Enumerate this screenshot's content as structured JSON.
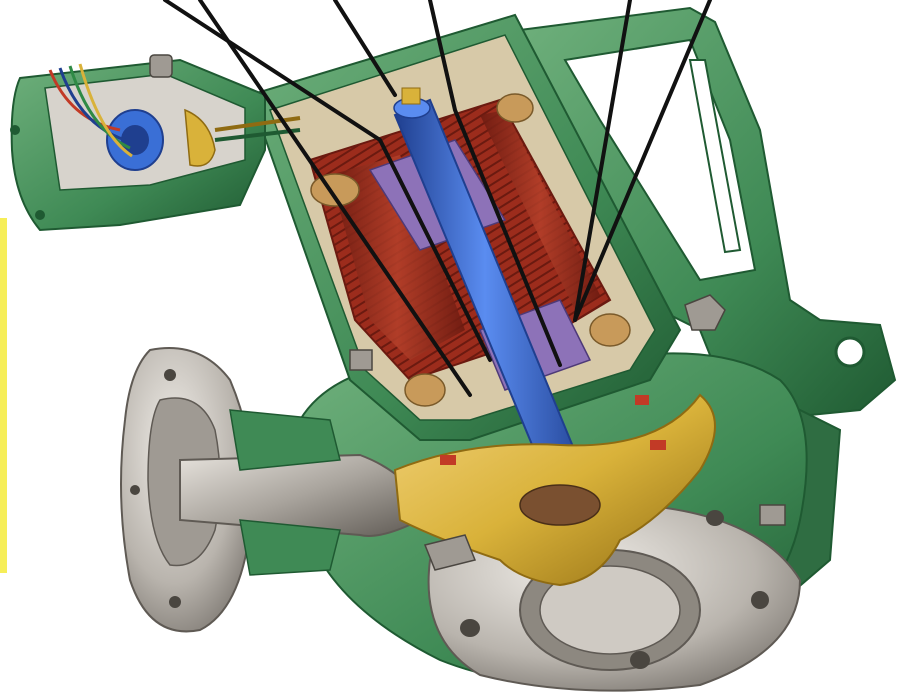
{
  "diagram": {
    "leader_line_count": 6,
    "colors": {
      "background": "#ffffff",
      "housing_green": "#3f8a55",
      "housing_green_dark": "#1f5a32",
      "housing_green_light": "#6fb07c",
      "flange_steel": "#b9b4ad",
      "flange_steel_dark": "#6f6a64",
      "shaft_blue": "#3a6fd6",
      "shaft_blue_dark": "#1f3f8f",
      "stator_red": "#a5301f",
      "stator_red_dark": "#6b1a10",
      "impeller_gold": "#d9b23a",
      "impeller_gold_dark": "#8f6b12",
      "winding_copper": "#c89a5a",
      "rotor_purple": "#8d72b8",
      "yellow_strip": "#f6ee58",
      "leader_line": "#111111"
    },
    "parts": [
      "junction-box",
      "motor-housing",
      "stator",
      "rotor-shaft",
      "impeller",
      "suction-flange",
      "discharge-flange",
      "mounting-bracket"
    ]
  }
}
